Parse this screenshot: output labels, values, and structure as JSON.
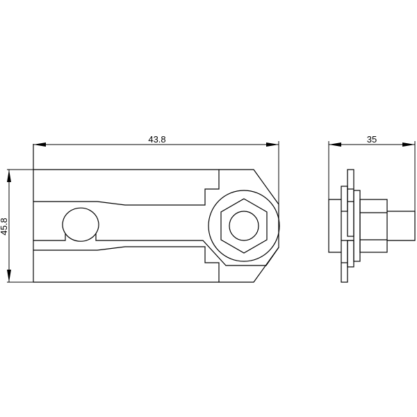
{
  "drawing": {
    "type": "technical-drawing",
    "background": "#ffffff",
    "line_color": "#000000",
    "views": [
      {
        "name": "front-view",
        "description": "Lever with hex nut and rounded slot"
      },
      {
        "name": "side-view",
        "description": "Stacked plates with shaft"
      }
    ],
    "dimensions": {
      "width_front": "43.8",
      "height_front": "45.8",
      "width_side": "35"
    }
  }
}
